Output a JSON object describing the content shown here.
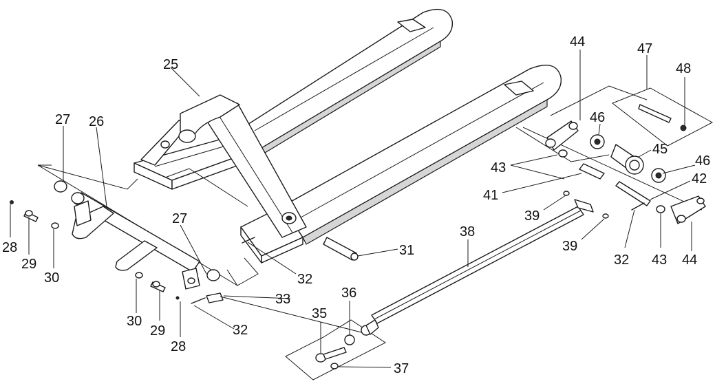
{
  "callouts": [
    {
      "key": "c25",
      "label": "25"
    },
    {
      "key": "c26",
      "label": "26"
    },
    {
      "key": "c27a",
      "label": "27"
    },
    {
      "key": "c27b",
      "label": "27"
    },
    {
      "key": "c28a",
      "label": "28"
    },
    {
      "key": "c29a",
      "label": "29"
    },
    {
      "key": "c30a",
      "label": "30"
    },
    {
      "key": "c30b",
      "label": "30"
    },
    {
      "key": "c29b",
      "label": "29"
    },
    {
      "key": "c28b",
      "label": "28"
    },
    {
      "key": "c31",
      "label": "31"
    },
    {
      "key": "c32a",
      "label": "32"
    },
    {
      "key": "c32b",
      "label": "32"
    },
    {
      "key": "c33",
      "label": "33"
    },
    {
      "key": "c35",
      "label": "35"
    },
    {
      "key": "c36",
      "label": "36"
    },
    {
      "key": "c37",
      "label": "37"
    },
    {
      "key": "c38",
      "label": "38"
    },
    {
      "key": "c39a",
      "label": "39"
    },
    {
      "key": "c39b",
      "label": "39"
    },
    {
      "key": "c41",
      "label": "41"
    },
    {
      "key": "c42",
      "label": "42"
    },
    {
      "key": "c43a",
      "label": "43"
    },
    {
      "key": "c43b",
      "label": "43"
    },
    {
      "key": "c44a",
      "label": "44"
    },
    {
      "key": "c44b",
      "label": "44"
    },
    {
      "key": "c45",
      "label": "45"
    },
    {
      "key": "c46a",
      "label": "46"
    },
    {
      "key": "c46b",
      "label": "46"
    },
    {
      "key": "c47",
      "label": "47"
    },
    {
      "key": "c48",
      "label": "48"
    },
    {
      "key": "c32c",
      "label": "32"
    }
  ],
  "colors": {
    "line": "#1a1a1a",
    "fill": "#ffffff",
    "shade": "#d6d6d6",
    "background": "#ffffff"
  }
}
